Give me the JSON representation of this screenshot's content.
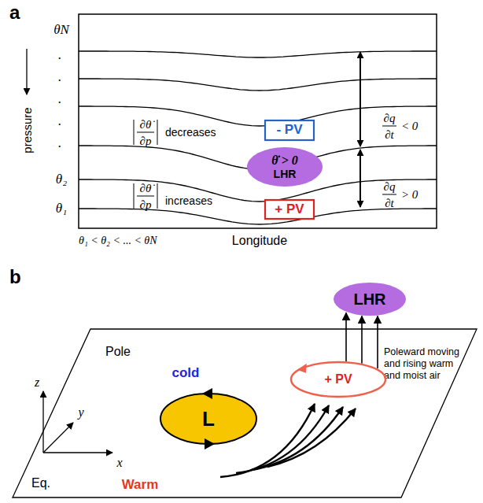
{
  "diagram": {
    "nodes": [
      {
        "text": [
          "- PV"
        ]
      },
      {
        "text": [
          "θ̇ > 0",
          "LHR"
        ]
      },
      {
        "text": [
          "+ PV"
        ]
      },
      {
        "text": [
          "LHR"
        ]
      },
      {
        "text": [
          "L"
        ]
      },
      {
        "text": [
          "+ PV"
        ]
      }
    ],
    "edges": [
      {
        "from": 5,
        "to": 3,
        "arrow": "to"
      }
    ],
    "labels": [
      "a",
      "θN",
      ".",
      ".",
      ".",
      ".",
      ".",
      "pressure",
      "∂θ̇",
      "∂p",
      "decreases",
      "∂q",
      "∂t",
      "< 0",
      "θ₂",
      "θ₁",
      "∂θ̇",
      "∂p",
      "increases",
      "∂q",
      "∂t",
      "> 0",
      "θ₁ < θ₂ < ... < θN",
      "Longitude",
      "b",
      "z",
      "y",
      "x",
      "Pole",
      "cold",
      "Poleward moving and rising warm and moist air",
      "Eq.",
      "Warm"
    ]
  }
}
